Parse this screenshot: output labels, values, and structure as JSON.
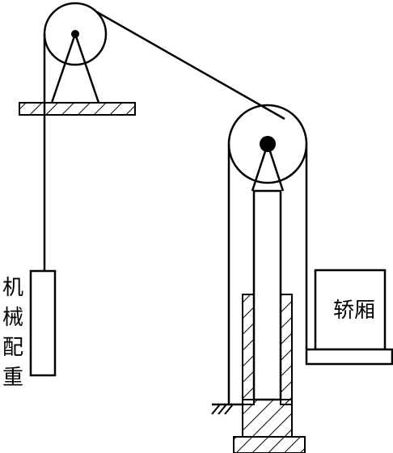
{
  "labels": {
    "counterweight": [
      "机",
      "械",
      "配",
      "重"
    ],
    "cabin": "轿厢"
  }
}
